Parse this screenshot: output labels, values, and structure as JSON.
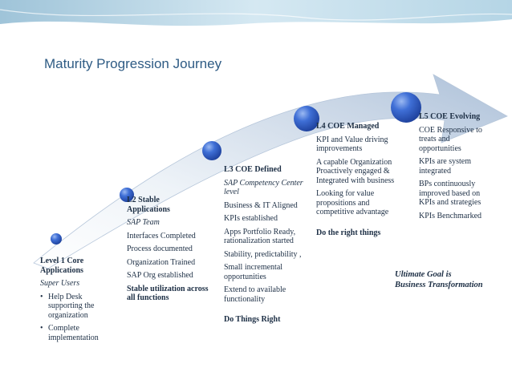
{
  "title": "Maturity Progression Journey",
  "levels": [
    {
      "heading": "Level 1 Core Applications",
      "subtitle": "Super Users",
      "bullets": [
        "Help Desk supporting the organization",
        "Complete implementation"
      ]
    },
    {
      "heading": "L2 Stable Applications",
      "subtitle": "SAP Team",
      "items": [
        "Interfaces Completed",
        "Process documented",
        "Organization Trained",
        "SAP Org established"
      ],
      "emphasis": "Stable utilization across all functions"
    },
    {
      "heading": "L3 COE Defined",
      "subtitle": "SAP Competency Center level",
      "items": [
        "Business & IT Aligned",
        "KPIs established",
        "Apps Portfolio Ready, rationalization started",
        "Stability, predictability ,",
        "Small incremental opportunities",
        "Extend to available functionality"
      ],
      "emphasis": "Do Things Right"
    },
    {
      "heading": "L4 COE Managed",
      "items": [
        "KPI and Value driving improvements",
        "A capable Organization Proactively engaged & Integrated with business",
        "Looking for value propositions and competitive advantage"
      ],
      "emphasis": "Do the right things"
    },
    {
      "heading": "L5  COE Evolving",
      "items": [
        "COE Responsive to treats and opportunities",
        "KPIs are system integrated",
        "BPs continuously improved based on KPIs and strategies",
        "KPIs Benchmarked"
      ]
    }
  ],
  "goal": {
    "line1": "Ultimate Goal is",
    "line2": "Business Transformation"
  }
}
